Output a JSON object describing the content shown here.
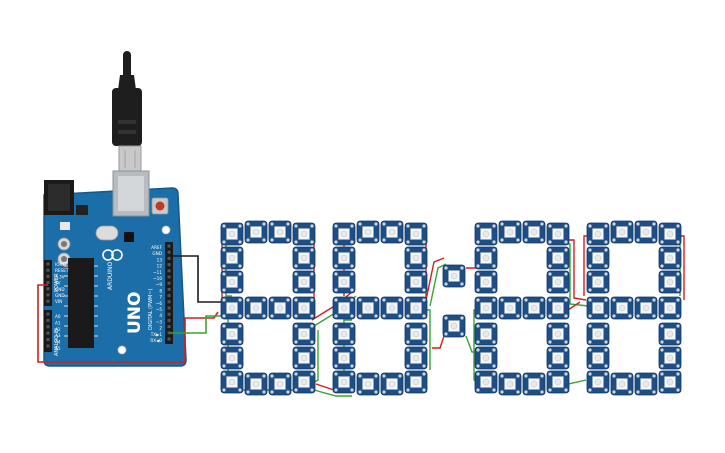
{
  "board": {
    "name": "Arduino UNO",
    "logo_text": "ARDUINO",
    "model_text": "UNO",
    "digital_label": "DIGITAL (PWM~)",
    "analog_label": "ANALOG IN",
    "power_label": "POWER",
    "digital_pins": [
      "AREF",
      "GND",
      "13",
      "12",
      "~11",
      "~10",
      "~9",
      "8",
      "7",
      "~6",
      "~5",
      "4",
      "~3",
      "2",
      "TX▶1",
      "RX◀0"
    ],
    "power_pins": [
      "IOREF",
      "RESET",
      "3.3V",
      "5V",
      "GND",
      "GND",
      "VIN"
    ],
    "analog_pins": [
      "A0",
      "A1",
      "A2",
      "A3",
      "A4",
      "A5"
    ]
  },
  "display": {
    "digit_count": 4,
    "has_colon": true,
    "segments_per_digit": 7,
    "pixels_per_segment": 2
  },
  "colors": {
    "board": "#1b6ea8",
    "board_edge": "#15598a",
    "pixel_board": "#1d4f86",
    "led": "#f4f6f8",
    "wire_power": "#d21f1f",
    "wire_data": "#3aa335",
    "wire_ground": "#1a1a1a",
    "usb": "#1e1e1e"
  }
}
